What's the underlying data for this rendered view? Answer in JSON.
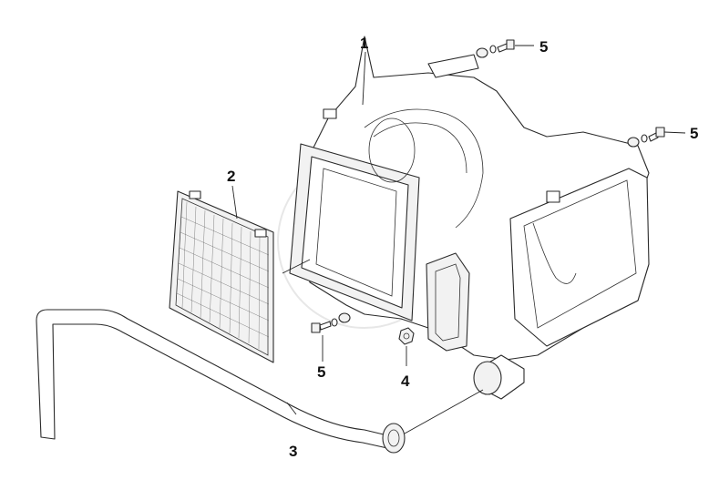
{
  "callouts": [
    {
      "id": "1",
      "text": "1"
    },
    {
      "id": "2",
      "text": "2"
    },
    {
      "id": "3",
      "text": "3"
    },
    {
      "id": "4",
      "text": "4"
    },
    {
      "id": "5a",
      "text": "5"
    },
    {
      "id": "5b",
      "text": "5"
    },
    {
      "id": "5c",
      "text": "5"
    }
  ],
  "colors": {
    "line": "#2a2a2a",
    "background": "#ffffff",
    "watermark": "#d9d9d9"
  },
  "watermark": "logo-seal"
}
